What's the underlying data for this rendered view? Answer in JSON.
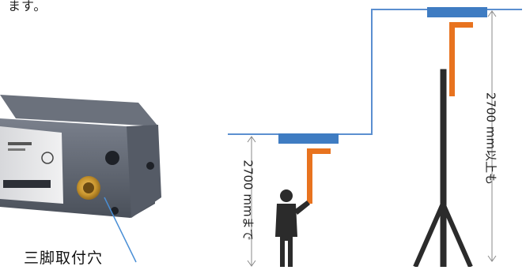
{
  "top_text": "ます。",
  "tripod_mount_label": "三脚取付穴",
  "height_low_label": "2700 mmまで",
  "height_high_label": "2700 mm以上も",
  "colors": {
    "ceiling_line": "#5b8fd0",
    "sensor_blue": "#3f7cc2",
    "bracket_orange": "#e8731f",
    "figure_dark": "#2b2b2b",
    "device_body": "#5e6470",
    "device_face": "#e3e4e6",
    "brass_mount": "#c8952e",
    "dimension_line": "#8a8a8a"
  },
  "icons": [
    "device-photo",
    "person-figure",
    "tripod-stand"
  ]
}
